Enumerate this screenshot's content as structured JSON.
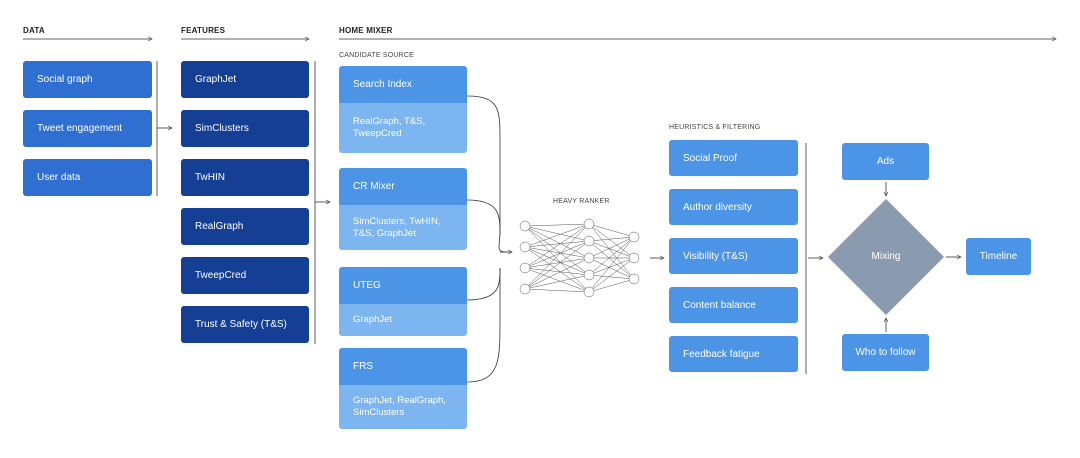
{
  "headers": {
    "data": "DATA",
    "features": "FEATURES",
    "home_mixer": "HOME MIXER",
    "candidate_source": "CANDIDATE SOURCE",
    "heavy_ranker": "HEAVY RANKER",
    "heuristics": "HEURISTICS & FILTERING"
  },
  "data_items": [
    "Social graph",
    "Tweet engagement",
    "User data"
  ],
  "feature_items": [
    "GraphJet",
    "SimClusters",
    "TwHIN",
    "RealGraph",
    "TweepCred",
    "Trust & Safety (T&S)"
  ],
  "candidate_sources": [
    {
      "title": "Search Index",
      "detail": "RealGraph, T&S,\nTweepCred"
    },
    {
      "title": "CR Mixer",
      "detail": "SimClusters, TwHIN,\nT&S, GraphJet"
    },
    {
      "title": "UTEG",
      "detail": "GraphJet"
    },
    {
      "title": "FRS",
      "detail": "GraphJet, RealGraph,\nSimClusters"
    }
  ],
  "filters": [
    "Social Proof",
    "Author diversity",
    "Visibility (T&S)",
    "Content balance",
    "Feedback fatigue"
  ],
  "mixing": {
    "ads": "Ads",
    "mixing": "Mixing",
    "who_to_follow": "Who to follow",
    "timeline": "Timeline"
  },
  "colors": {
    "data_box": "#2f6fd1",
    "feature_box": "#153f94",
    "candidate_top": "#4c94e5",
    "candidate_bottom": "#7cb5ef",
    "mixing_diamond": "#8a9bb0"
  }
}
